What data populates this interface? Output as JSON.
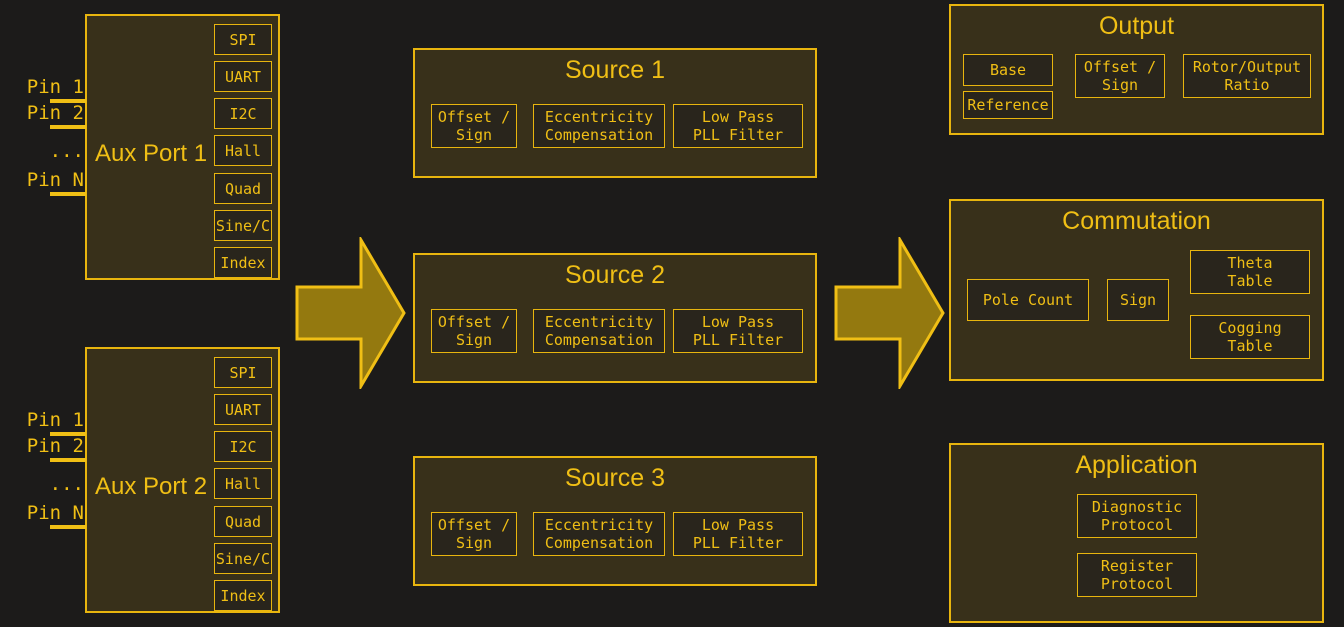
{
  "theme": {
    "page_background": "#1c1b1a",
    "panel_background": "#38301a",
    "chip_background": "#29251c",
    "accent": "#e8b50e",
    "text": "#f0bf15",
    "arrow_fill": "#94790f"
  },
  "aux_ports": [
    {
      "name": "Aux Port 1",
      "pins": [
        "Pin 1",
        "Pin 2",
        "Pin N"
      ],
      "ellipsis": "...",
      "interfaces": [
        "SPI",
        "UART",
        "I2C",
        "Hall",
        "Quad",
        "Sine/C",
        "Index"
      ]
    },
    {
      "name": "Aux Port 2",
      "pins": [
        "Pin 1",
        "Pin 2",
        "Pin N"
      ],
      "ellipsis": "...",
      "interfaces": [
        "SPI",
        "UART",
        "I2C",
        "Hall",
        "Quad",
        "Sine/C",
        "Index"
      ]
    }
  ],
  "sources": [
    {
      "title": "Source 1",
      "blocks": [
        "Offset /\nSign",
        "Eccentricity\nCompensation",
        "Low Pass\nPLL Filter"
      ]
    },
    {
      "title": "Source 2",
      "blocks": [
        "Offset /\nSign",
        "Eccentricity\nCompensation",
        "Low Pass\nPLL Filter"
      ]
    },
    {
      "title": "Source 3",
      "blocks": [
        "Offset /\nSign",
        "Eccentricity\nCompensation",
        "Low Pass\nPLL Filter"
      ]
    }
  ],
  "output": {
    "title": "Output",
    "base": "Base",
    "reference": "Reference",
    "offset_sign": "Offset /\nSign",
    "rotor_output_ratio": "Rotor/Output\nRatio"
  },
  "commutation": {
    "title": "Commutation",
    "pole_count": "Pole Count",
    "sign": "Sign",
    "theta_table": "Theta\nTable",
    "cogging_table": "Cogging\nTable"
  },
  "application": {
    "title": "Application",
    "diagnostic_protocol": "Diagnostic\nProtocol",
    "register_protocol": "Register\nProtocol"
  },
  "arrows": [
    {
      "name": "aux-to-source-arrow"
    },
    {
      "name": "source-to-consumer-arrow"
    }
  ]
}
